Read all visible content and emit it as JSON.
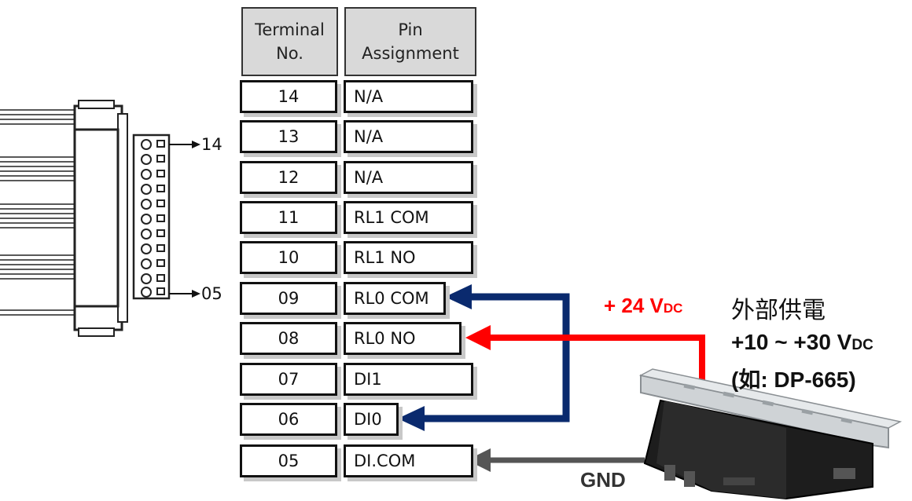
{
  "table": {
    "header_terminal": "Terminal\nNo.",
    "header_pin": "Pin\nAssignment",
    "rows": [
      {
        "no": "14",
        "pin": "N/A"
      },
      {
        "no": "13",
        "pin": "N/A"
      },
      {
        "no": "12",
        "pin": "N/A"
      },
      {
        "no": "11",
        "pin": "RL1 COM"
      },
      {
        "no": "10",
        "pin": "RL1 NO"
      },
      {
        "no": "09",
        "pin": "RL0 COM"
      },
      {
        "no": "08",
        "pin": "RL0 NO"
      },
      {
        "no": "07",
        "pin": "DI1"
      },
      {
        "no": "06",
        "pin": "DI0"
      },
      {
        "no": "05",
        "pin": "DI.COM"
      }
    ]
  },
  "connector": {
    "top_label": "14",
    "bottom_label": "05"
  },
  "power": {
    "voltage_label": "+ 24 V",
    "voltage_sub": "DC",
    "title": "外部供電",
    "range": "+10 ~ +30 V",
    "range_sub": "DC",
    "example": "(如: DP-665)",
    "gnd_label": "GND"
  },
  "colors": {
    "red_wire": "#ff0000",
    "blue_wire": "#0a2a6e",
    "gnd_wire": "#555555",
    "header_fill": "#d9d9d9"
  }
}
